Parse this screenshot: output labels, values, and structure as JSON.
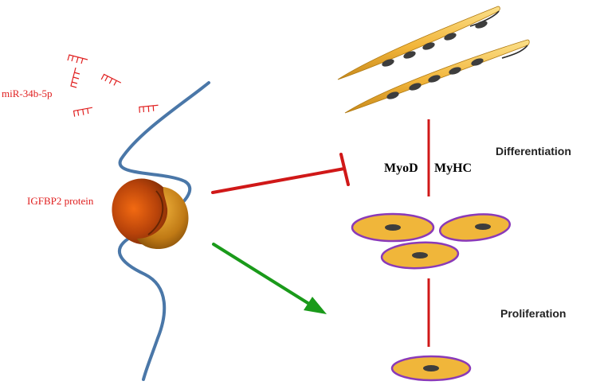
{
  "labels": {
    "mirna": "miR-34b-5p",
    "protein": "IGFBP2 protein",
    "myod": "MyoD",
    "myhc": "MyHC",
    "differentiation": "Differentiation",
    "proliferation": "Proliferation"
  },
  "colors": {
    "mirna": "#e02020",
    "inhibition": "#d01818",
    "activation": "#1a9a1a",
    "mrna_strand": "#4a77a8",
    "cell_fill": "#f0b63a",
    "cell_outline_proliferating": "#8a3ab8",
    "nucleus": "#3d3d3d"
  },
  "icons": {
    "mirna": "mirna-comb-icon",
    "ribosome": "ribosome-icon",
    "myotube": "myotube-icon",
    "myoblast": "myoblast-icon"
  }
}
